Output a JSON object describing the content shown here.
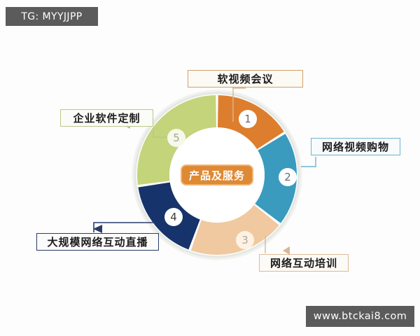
{
  "page": {
    "title": "产品及服务",
    "background_color": "#fdfdfd"
  },
  "watermarks": {
    "top_left": "TG: MYYJJPP",
    "bottom_right": "www.btckai8.com",
    "color": "#5b5b5b"
  },
  "center": {
    "label": "产品及服务",
    "fill_color": "#de8934",
    "border_color": "#f2b273",
    "text_color": "#ffffff"
  },
  "chart_data": {
    "type": "pie",
    "title": "产品及服务",
    "xlabel": "",
    "ylabel": "",
    "legend_position": "callouts",
    "grid": false,
    "categories": [
      "软视频会议",
      "网络视频购物",
      "网络互动培训",
      "大规模网络互动直播",
      "企业软件定制"
    ],
    "values": [
      16,
      20,
      20,
      17,
      27
    ],
    "labels": [
      "1",
      "2",
      "3",
      "4",
      "5"
    ],
    "colors": [
      "#dd7e2e",
      "#3a9bbf",
      "#f0c9a0",
      "#17336b",
      "#c3d47a"
    ],
    "inner_radius": 68,
    "outer_radius": 114,
    "start_angle_deg": 0,
    "segments": [
      {
        "number": "1",
        "label": "软视频会议",
        "color": "#dd7e2e",
        "start_deg": 0,
        "end_deg": 58,
        "badge_text_color": "#6a6a6a"
      },
      {
        "number": "2",
        "label": "网络视频购物",
        "color": "#3a9bbf",
        "start_deg": 58,
        "end_deg": 128,
        "badge_text_color": "#6a6a6a"
      },
      {
        "number": "3",
        "label": "网络互动培训",
        "color": "#f0c9a0",
        "start_deg": 128,
        "end_deg": 200,
        "badge_text_color": "#b3a794"
      },
      {
        "number": "4",
        "label": "大规模网络互动直播",
        "color": "#17336b",
        "start_deg": 200,
        "end_deg": 262,
        "badge_text_color": "#3c3c3c"
      },
      {
        "number": "5",
        "label": "企业软件定制",
        "color": "#c3d47a",
        "start_deg": 262,
        "end_deg": 360,
        "badge_text_color": "#a6a68e"
      }
    ]
  },
  "callouts": {
    "top": {
      "text": "软视频会议",
      "border_color": "#d0a06a"
    },
    "right": {
      "text": "网络视频购物",
      "border_color": "#6fb4cf"
    },
    "bottom": {
      "text": "网络互动培训",
      "border_color": "#dcbb96"
    },
    "bottom_left": {
      "text": "大规模网络互动直播",
      "border_color": "#2b3c6b"
    },
    "top_left": {
      "text": "企业软件定制",
      "border_color": "#b9c98a"
    }
  },
  "badges": {
    "one": "1",
    "two": "2",
    "three": "3",
    "four": "4",
    "five": "5"
  }
}
